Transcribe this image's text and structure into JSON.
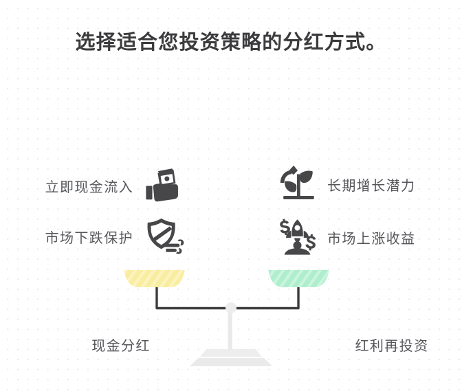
{
  "page": {
    "title": "选择适合您投资策略的分红方式。",
    "background_color": "#ffffff",
    "dot_grid_color": "#e7e7ea",
    "text_color": "#55565a",
    "title_color": "#3b3b3d"
  },
  "scale": {
    "beam_color": "#3c3c3e",
    "stand_color": "#e9e9ea",
    "pivot_color": "#ececed",
    "left_pan_color": "#f9eda0",
    "right_pan_color": "#aeeecd"
  },
  "left_side": {
    "option_label": "现金分红",
    "pan_color": "#f9eda0",
    "features": [
      {
        "label": "立即现金流入",
        "icon": "hand-holding-cash-icon"
      },
      {
        "label": "市场下跌保护",
        "icon": "shield-downturn-protection-icon"
      }
    ]
  },
  "right_side": {
    "option_label": "红利再投资",
    "pan_color": "#aeeecd",
    "features": [
      {
        "label": "长期增长潜力",
        "icon": "growing-plant-arrow-icon"
      },
      {
        "label": "市场上涨收益",
        "icon": "rocket-dollar-growth-icon"
      }
    ]
  }
}
